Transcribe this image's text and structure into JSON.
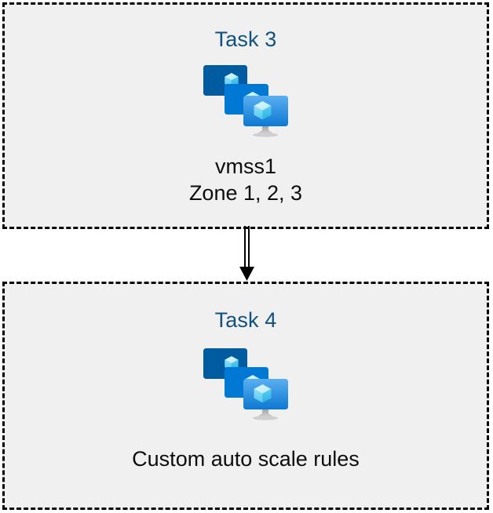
{
  "diagram": {
    "type": "flow",
    "background_color": "#ffffff",
    "box_fill_color": "#f0f0f0",
    "box_border_color": "#000000",
    "box_border_style": "dashed",
    "title_color": "#12507e",
    "label_color": "#0d0d0d",
    "connector": {
      "style": "double-line-arrow",
      "color": "#000000",
      "direction": "down",
      "from": "Task 3",
      "to": "Task 4"
    },
    "nodes": [
      {
        "id": "task3",
        "title": "Task 3",
        "icon": "vm-scale-set-icon",
        "labels": [
          "vmss1",
          "Zone 1, 2, 3"
        ]
      },
      {
        "id": "task4",
        "title": "Task 4",
        "icon": "vm-scale-set-icon",
        "labels": [
          "Custom auto scale rules"
        ]
      }
    ]
  },
  "icon_colors": {
    "monitor_back": "#005ba1",
    "monitor_middle": "#0078d4",
    "monitor_front_top": "#55adee",
    "monitor_front_bottom": "#0f7cd4",
    "cube_light": "#c9f0fb",
    "cube_mid": "#83dcf7",
    "cube_dark": "#32bde8",
    "stand": "#b3b3b3"
  }
}
